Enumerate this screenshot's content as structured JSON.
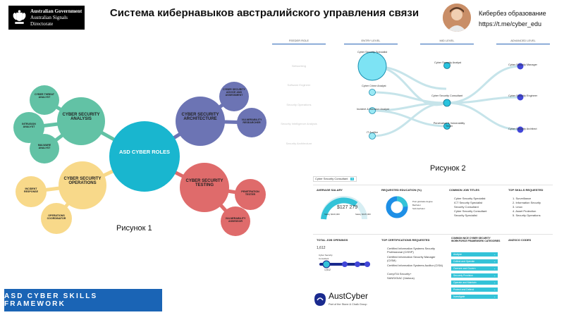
{
  "header": {
    "gov_line1": "Australian Government",
    "gov_line2": "Australian Signals Directorate",
    "title": "Система кибернавыков австралийского управления связи",
    "channel_name": "Кибербез образование",
    "channel_link": "https://t.me/cyber_edu"
  },
  "figure1": {
    "center": "ASD CYBER ROLES",
    "branches": [
      {
        "label": "CYBER SECURITY ANALYSIS",
        "color": "#62c2a5",
        "children": [
          "CYBER THREAT ANALYST",
          "INTRUSION ANALYST",
          "MALWARE ANALYST"
        ]
      },
      {
        "label": "CYBER SECURITY ARCHITECTURE",
        "color": "#6c74b4",
        "children": [
          "CYBER SECURITY ADVICE AND ASSESSMENT",
          "VULNERABILITY RESEARCHER"
        ]
      },
      {
        "label": "CYBER SECURITY OPERATIONS",
        "color": "#f8d98a",
        "children": [
          "INCIDENT RESPONSE",
          "OPERATIONS COORDINATOR"
        ]
      },
      {
        "label": "CYBER SECURITY TESTING",
        "color": "#df6b6b",
        "children": [
          "PENETRATION TESTER",
          "VULNERABILITY ASSESSOR"
        ]
      }
    ],
    "center_color": "#19b6cf",
    "caption": "Рисунок 1"
  },
  "framework_label": "ASD CYBER SKILLS FRAMEWORK",
  "figure2": {
    "caption": "Рисунок 2",
    "columns": [
      "FEEDER ROLE",
      "ENTRY LEVEL",
      "MID LEVEL",
      "ADVANCED LEVEL"
    ],
    "ghost_rows": [
      "Networking",
      "Software Engineer",
      "Security Operations",
      "Security Intelligence Analysis",
      "Security Architecture"
    ],
    "entry_roles": [
      "Cyber Security Specialist",
      "Cyber Crime Analyst",
      "Incident & Intrusion Analyst",
      "IT Auditor"
    ],
    "mid_roles": [
      "Cyber Security Analyst",
      "Cyber Security Consultant",
      "Penetration & Vulnerability Tester"
    ],
    "advanced_roles": [
      "Cyber Security Manager",
      "Cyber Security Engineer",
      "Cyber Security Architect"
    ],
    "dashboard": {
      "role_tag": "Cyber Security Consultant",
      "tag_mark": "X",
      "salary_head": "AVERAGE SALARY",
      "salary_value": "$127 279",
      "salary_low": "Salary $100,000",
      "salary_high": "Salary $135,000",
      "education_head": "REQUESTED EDUCATION (%)",
      "education_legend": [
        "Post graduate degree",
        "Bachelor",
        "Sub-bachelor"
      ],
      "titles_head": "COMMON JOB TITLES",
      "titles": [
        "Cyber Security Specialist",
        "ICT Security Specialist",
        "Security Consultant",
        "Cyber Security Consultant",
        "Security Specialist"
      ],
      "skills_head": "TOP SKILLS REQUESTED",
      "skills": [
        "1. Surveillance",
        "2. Information Security",
        "3. Linux",
        "4. Asset Protection",
        "5. Security Operations"
      ],
      "openings_head": "TOTAL JOB OPENINGS",
      "openings_value": "1,612",
      "openings_label": "Cyber Security Consultant",
      "certs_head": "TOP CERTIFICATIONS REQUESTED",
      "certs": [
        "Certified Information Systems Security Professional (CISSP)",
        "Certified Information Security Manager (CISM)",
        "Certified Information Systems Auditor (CISA)",
        "CompTIA Security+",
        "SANS/GIAC (Various)"
      ],
      "nice_head": "COMMON NICE CYBER SECURITY WORKFORCE FRAMEWORK CATEGORIES",
      "nice_categories": [
        "Analyze",
        "Collect and Operate",
        "Oversee and Govern",
        "Securely Provision",
        "Operate and Maintain",
        "Protect and Defend",
        "Investigate"
      ],
      "anzsco_head": "ANZSCO CODES"
    },
    "austcyber_name": "AustCyber",
    "austcyber_sub": "Part of the Stone & Chalk Group"
  }
}
